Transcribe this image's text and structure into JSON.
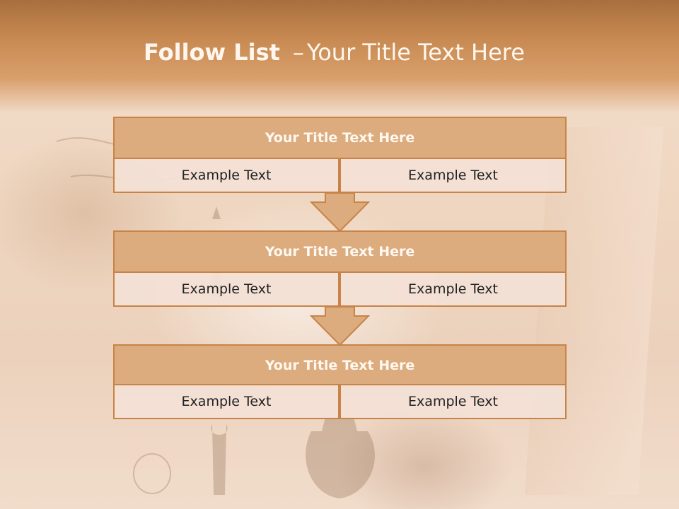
{
  "title": {
    "bold": "Follow List",
    "separator": "–",
    "rest": "Your Title Text Here"
  },
  "blocks": [
    {
      "title": "Your Title Text Here",
      "left": "Example Text",
      "right": "Example Text"
    },
    {
      "title": "Your Title Text Here",
      "left": "Example Text",
      "right": "Example Text"
    },
    {
      "title": "Your Title Text Here",
      "left": "Example Text",
      "right": "Example Text"
    }
  ],
  "colors": {
    "header": "#c88a52",
    "block_title_fill": "#dcab7e",
    "block_border": "#c88448",
    "cell_fill": "#f3e0d5"
  }
}
